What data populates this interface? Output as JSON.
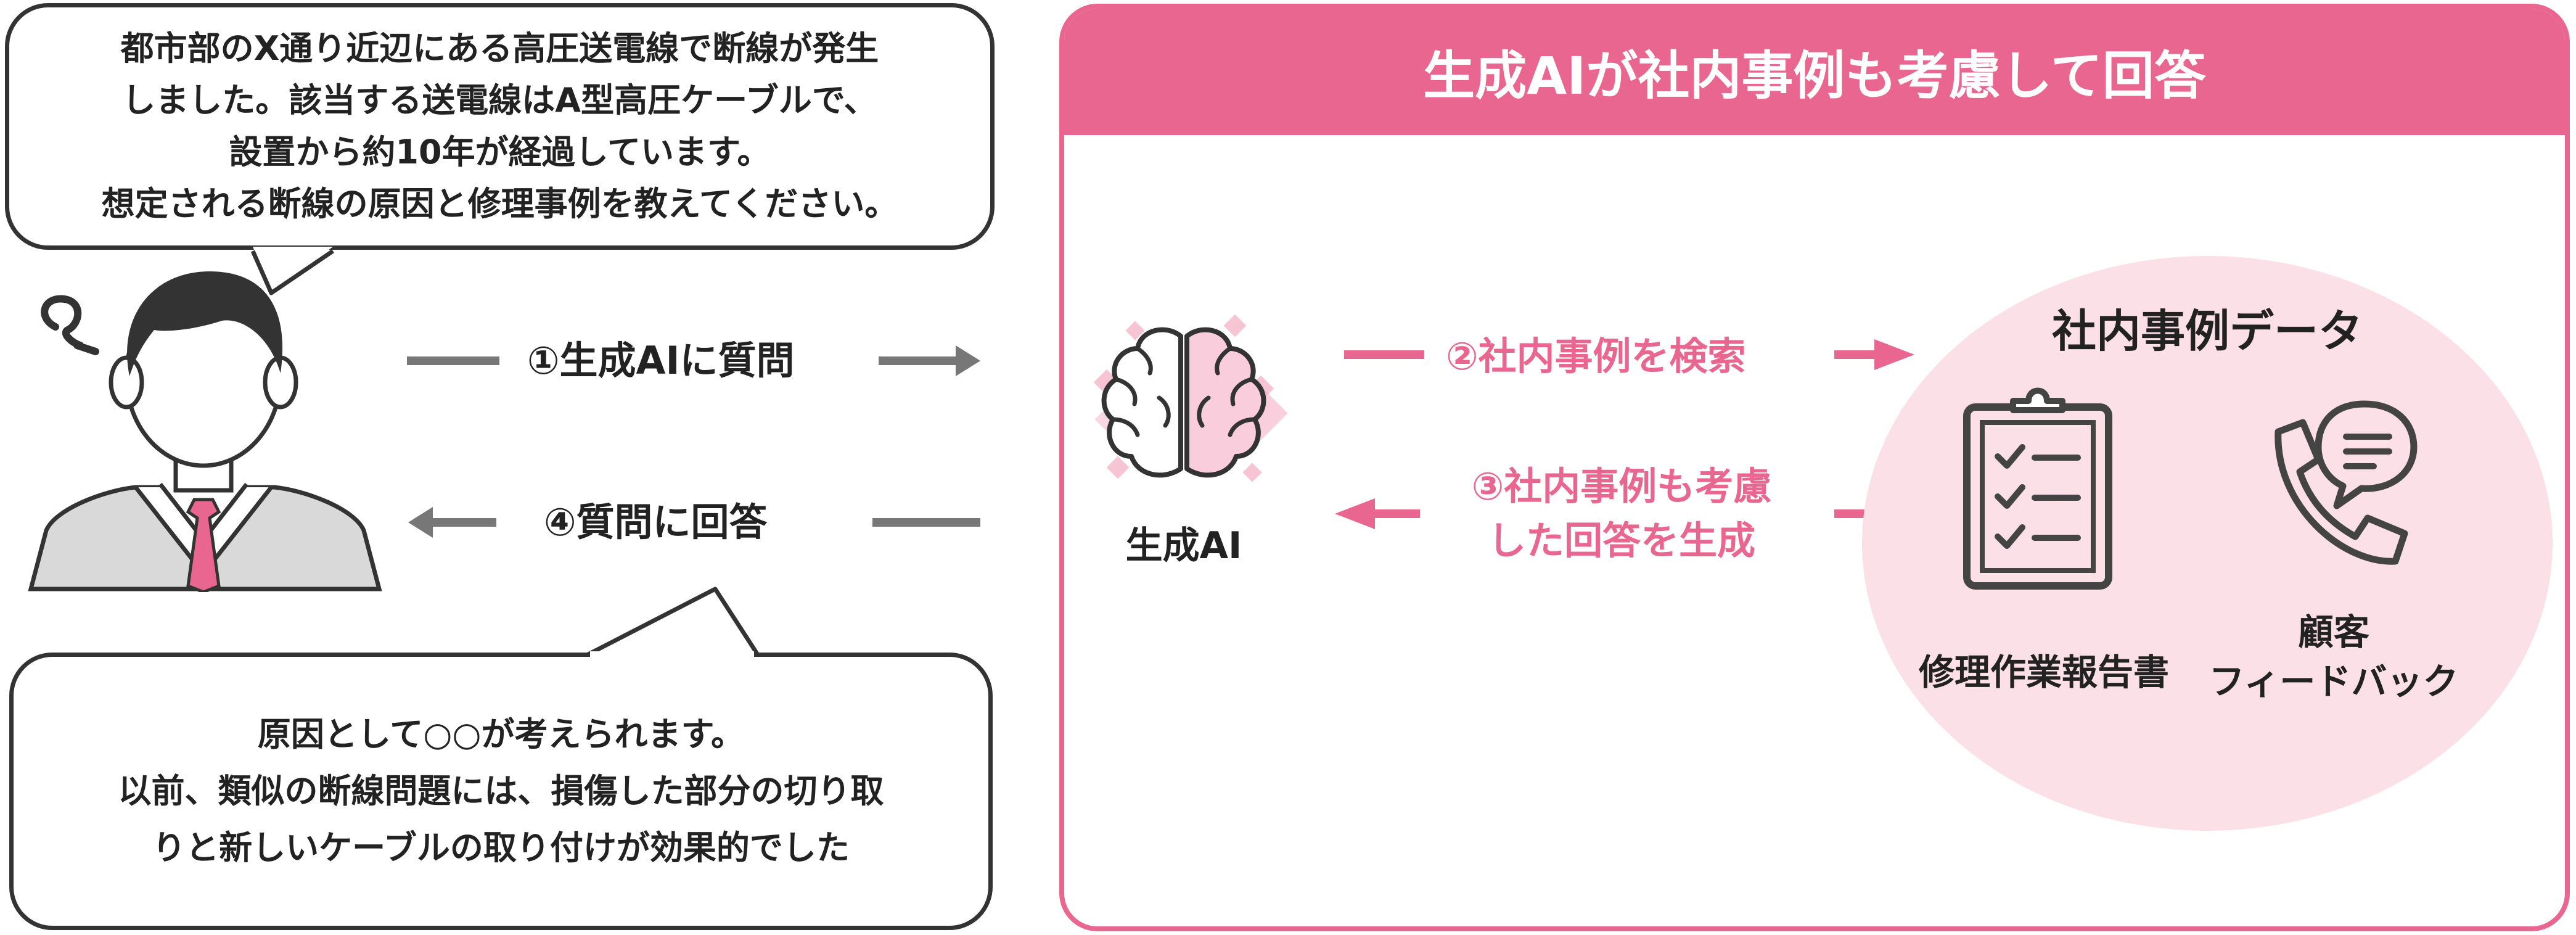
{
  "question_bubble": {
    "lines": [
      "都市部のX通り近辺にある高圧送電線で断線が発生",
      "しました。該当する送電線はA型高圧ケーブルで、",
      "設置から約10年が経過しています。",
      "想定される断線の原因と修理事例を教えてください。"
    ]
  },
  "answer_bubble": {
    "lines": [
      "原因として○○が考えられます。",
      "以前、類似の断線問題には、損傷した部分の切り取",
      "りと新しいケーブルの取り付けが効果的でした"
    ]
  },
  "arrows": {
    "step1": "①生成AIに質問",
    "step4": "④質問に回答",
    "step2": "②社内事例を検索",
    "step3_line1": "③社内事例も考慮",
    "step3_line2": "した回答を生成"
  },
  "panel": {
    "title": "生成AIが社内事例も考慮して回答"
  },
  "ai": {
    "label": "生成AI"
  },
  "database": {
    "title": "社内事例データ",
    "items": [
      {
        "label": "修理作業報告書"
      },
      {
        "label_line1": "顧客",
        "label_line2": "フィードバック"
      }
    ]
  },
  "colors": {
    "accent": "#e86690",
    "circle_fill": "#fbe0e8",
    "gray_arrow": "#777777",
    "outline": "#333333"
  }
}
